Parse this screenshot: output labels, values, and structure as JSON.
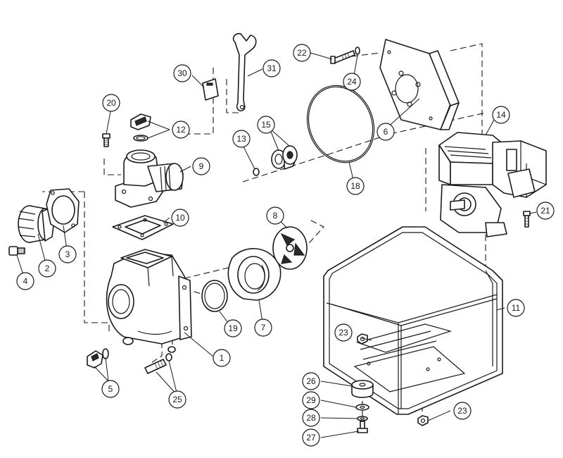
{
  "callouts": [
    {
      "id": "c1",
      "label": "1"
    },
    {
      "id": "c2",
      "label": "2"
    },
    {
      "id": "c3",
      "label": "3"
    },
    {
      "id": "c4",
      "label": "4"
    },
    {
      "id": "c5",
      "label": "5"
    },
    {
      "id": "c6",
      "label": "6"
    },
    {
      "id": "c7",
      "label": "7"
    },
    {
      "id": "c8",
      "label": "8"
    },
    {
      "id": "c9",
      "label": "9"
    },
    {
      "id": "c10",
      "label": "10"
    },
    {
      "id": "c11",
      "label": "11"
    },
    {
      "id": "c12",
      "label": "12"
    },
    {
      "id": "c13",
      "label": "13"
    },
    {
      "id": "c14",
      "label": "14"
    },
    {
      "id": "c15",
      "label": "15"
    },
    {
      "id": "c18",
      "label": "18"
    },
    {
      "id": "c19",
      "label": "19"
    },
    {
      "id": "c20",
      "label": "20"
    },
    {
      "id": "c21",
      "label": "21"
    },
    {
      "id": "c22",
      "label": "22"
    },
    {
      "id": "c23a",
      "label": "23"
    },
    {
      "id": "c23b",
      "label": "23"
    },
    {
      "id": "c24",
      "label": "24"
    },
    {
      "id": "c25",
      "label": "25"
    },
    {
      "id": "c26",
      "label": "26"
    },
    {
      "id": "c27",
      "label": "27"
    },
    {
      "id": "c28",
      "label": "28"
    },
    {
      "id": "c29",
      "label": "29"
    },
    {
      "id": "c30",
      "label": "30"
    },
    {
      "id": "c31",
      "label": "31"
    }
  ]
}
